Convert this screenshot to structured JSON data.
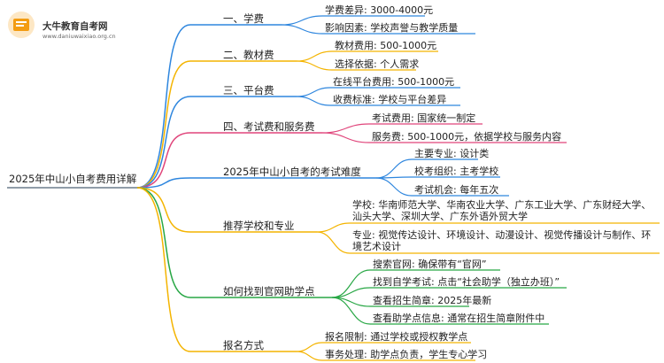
{
  "watermark": {
    "name": "大牛教育自考网",
    "url": "www.daniuwaixiao.org.cn"
  },
  "root": "2025年中山小自考费用详解",
  "colors": {
    "c1": "#2e86de",
    "c2": "#f4b400",
    "c3": "#2e86de",
    "c4": "#e0457b",
    "c5": "#2e86de",
    "c6": "#f4b400",
    "c7": "#28a745",
    "c8": "#f4b400",
    "root": "#6b7b8c"
  },
  "branches": [
    {
      "label": "一、学费",
      "leaves": [
        "学费差异: 3000-4000元",
        "影响因素: 学校声誉与教学质量"
      ]
    },
    {
      "label": "二、教材费",
      "leaves": [
        "教材费用: 500-1000元",
        "选择依据: 个人需求"
      ]
    },
    {
      "label": "三、平台费",
      "leaves": [
        "在线平台费用: 500-1000元",
        "收费标准: 学校与平台差异"
      ]
    },
    {
      "label": "四、考试费和服务费",
      "leaves": [
        "考试费用: 国家统一制定",
        "服务费: 500-1000元，依据学校与服务内容"
      ]
    },
    {
      "label": "2025年中山小自考的考试难度",
      "leaves": [
        "主要专业: 设计类",
        "校考组织: 主考学校",
        "考试机会: 每年五次"
      ]
    },
    {
      "label": "推荐学校和专业",
      "leaves": [
        "学校: 华南师范大学、华南农业大学、广东工业大学、广东财经大学、汕头大学、深圳大学、广东外语外贸大学",
        "专业: 视觉传达设计、环境设计、动漫设计、视觉传播设计与制作、环境艺术设计"
      ]
    },
    {
      "label": "如何找到官网助学点",
      "leaves": [
        "搜索官网: 确保带有“官网”",
        "找到自学考试: 点击“社会助学（独立办班）”",
        "查看招生简章: 2025年最新",
        "查看助学点信息: 通常在招生简章附件中"
      ]
    },
    {
      "label": "报名方式",
      "leaves": [
        "报名限制: 通过学校或授权教学点",
        "事务处理: 助学点负责，学生专心学习"
      ]
    }
  ]
}
